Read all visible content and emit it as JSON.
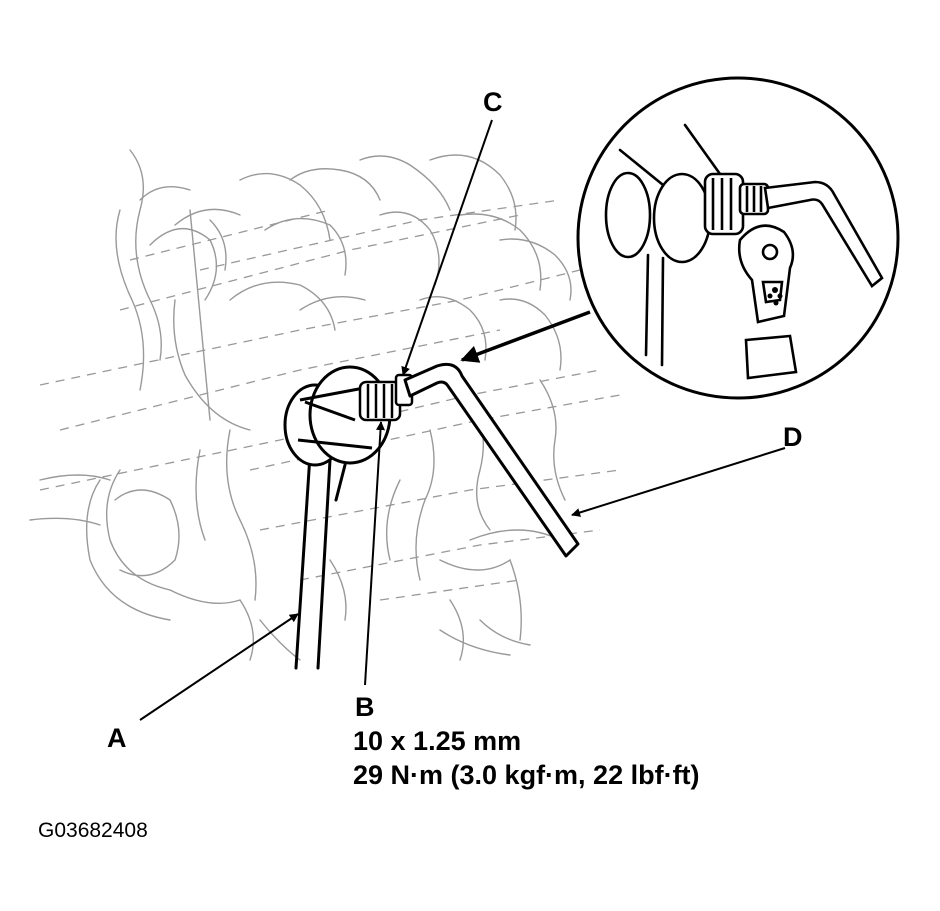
{
  "figure_id": "G03682408",
  "callouts": {
    "a": {
      "letter": "A"
    },
    "b": {
      "letter": "B",
      "thread_spec": "10 x 1.25 mm",
      "torque_spec": "29 N·m (3.0 kgf·m, 22 lbf·ft)"
    },
    "c": {
      "letter": "C"
    },
    "d": {
      "letter": "D"
    }
  },
  "colors": {
    "ink": "#000000",
    "faint": "#999999",
    "background": "#ffffff"
  }
}
